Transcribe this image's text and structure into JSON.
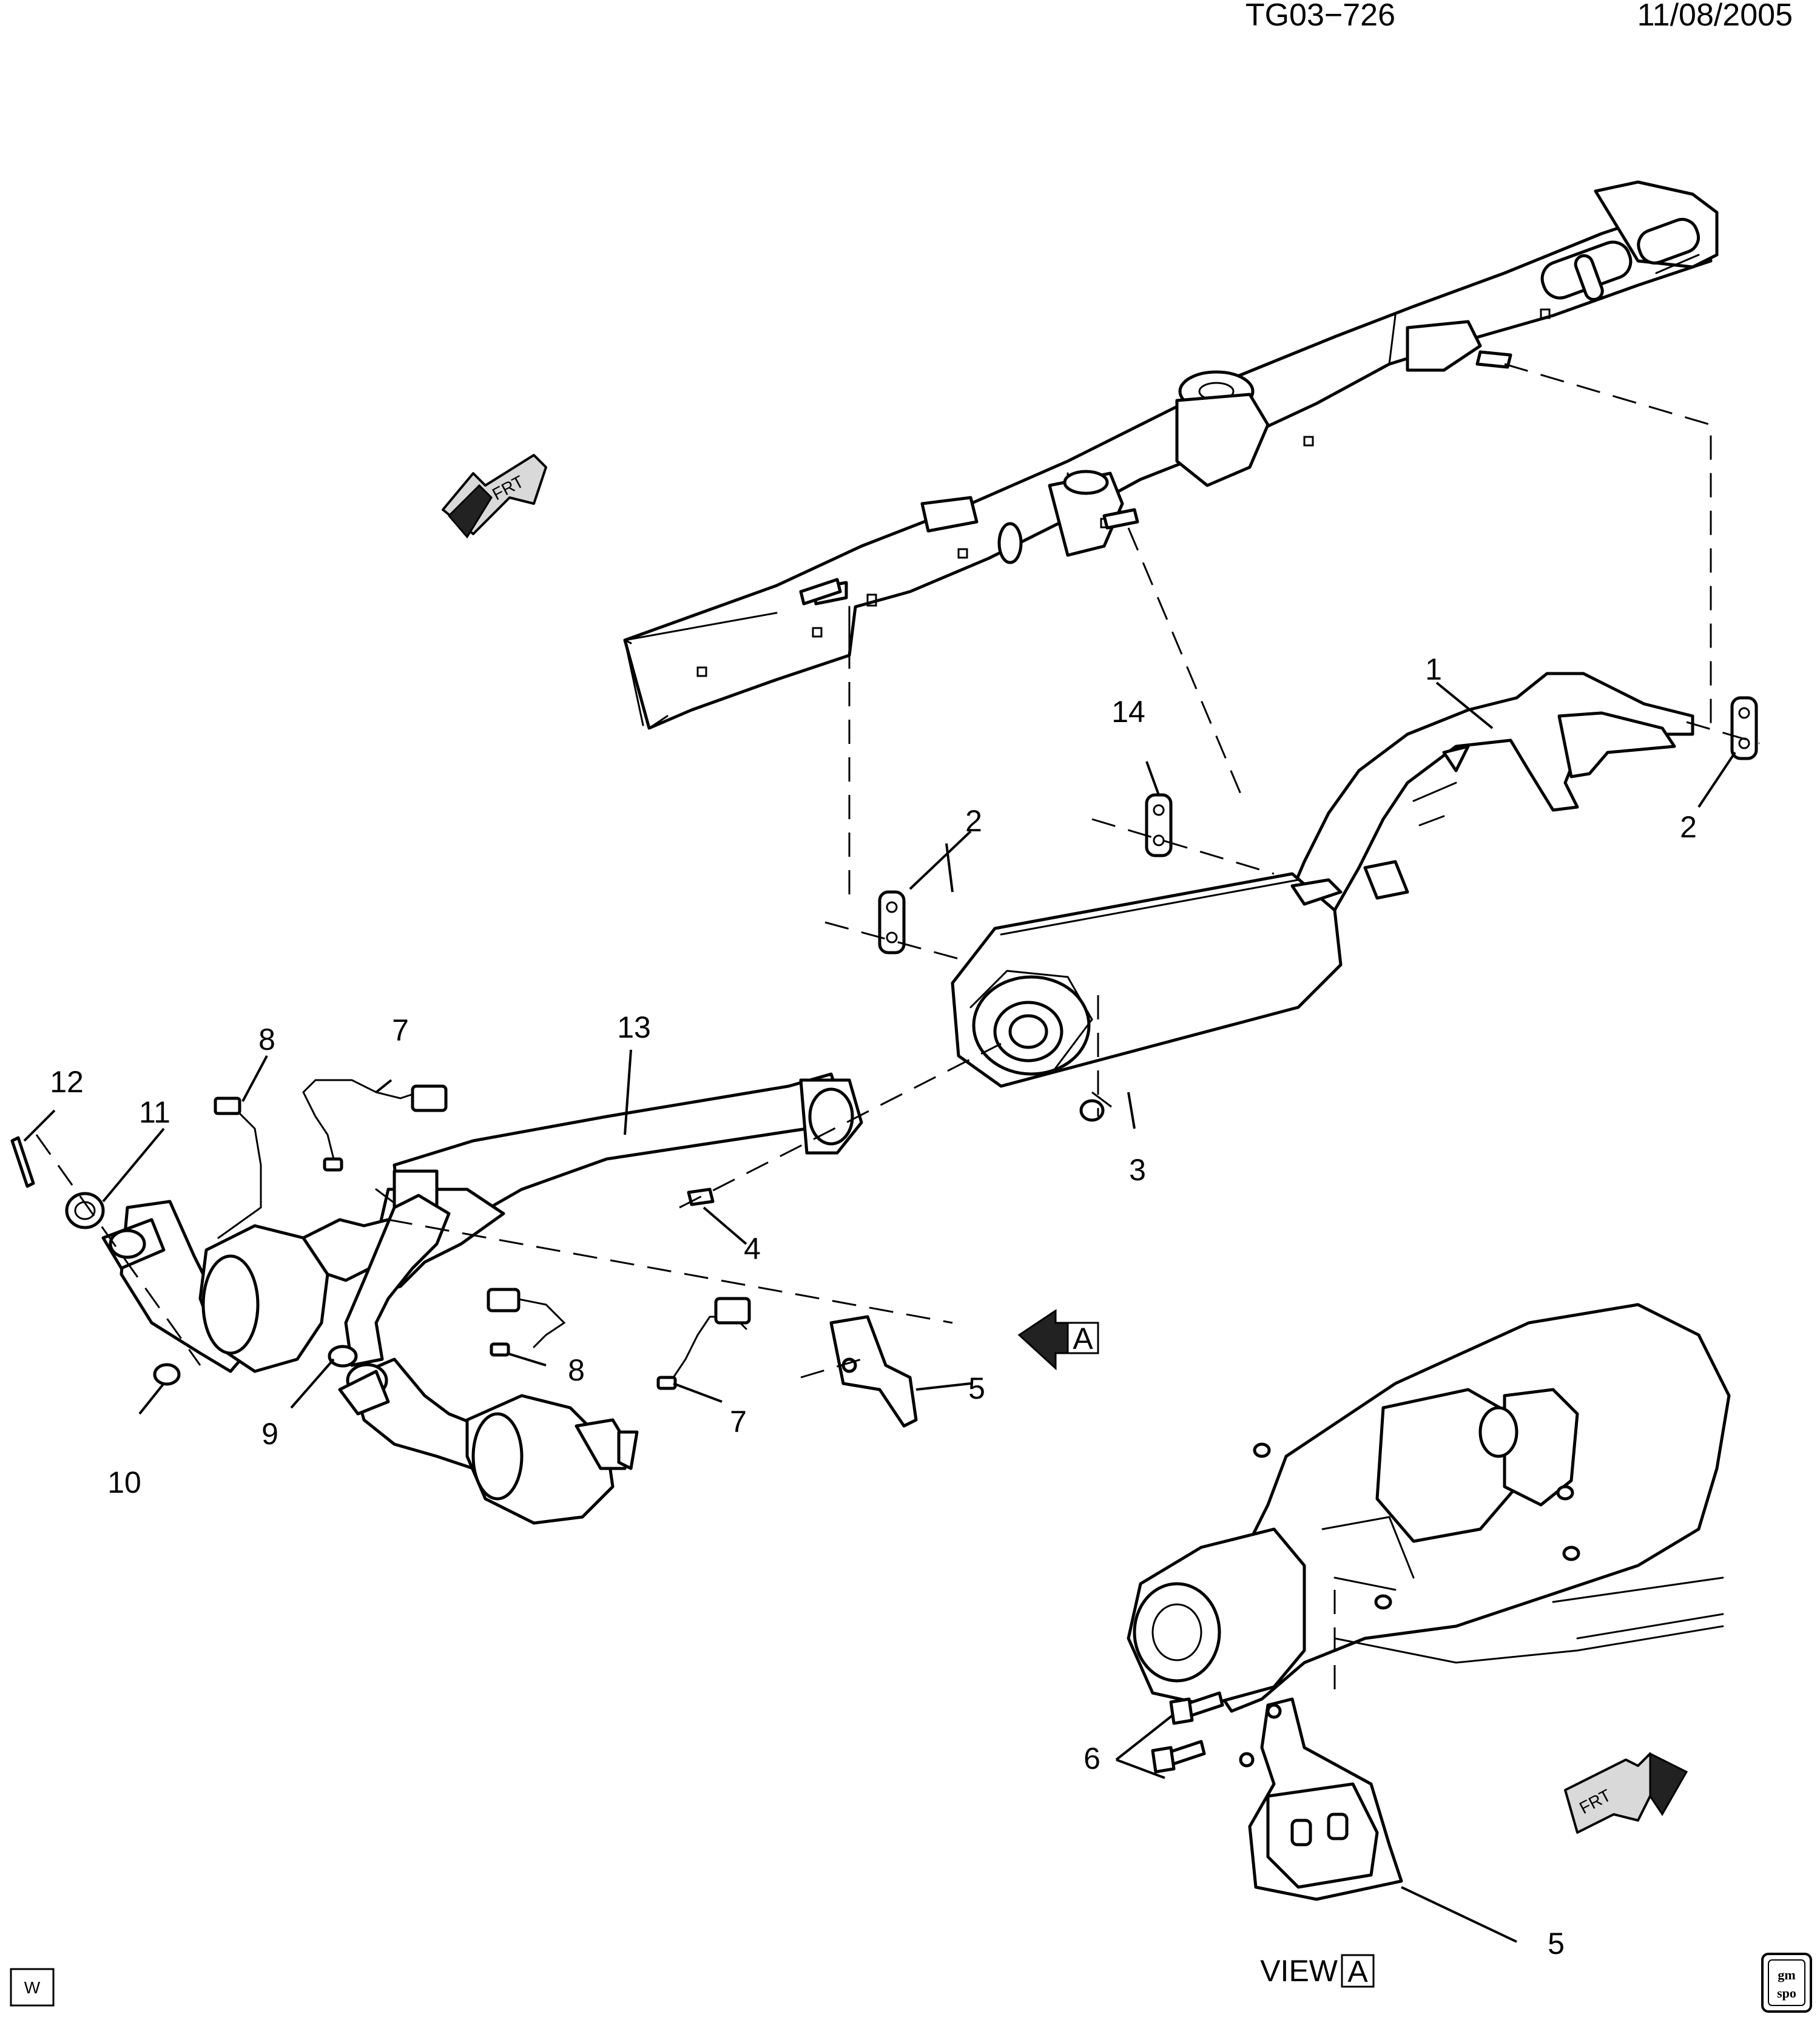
{
  "header": {
    "drawing_id": "TG03−726",
    "date": "11/08/2005"
  },
  "view": {
    "label": "VIEW",
    "letter": "A"
  },
  "arrow_view_letter": "A",
  "front_indicator": {
    "text": "FRT"
  },
  "corner_badge": "W",
  "logo": {
    "line1": "gm",
    "line2": "spo"
  },
  "callouts": [
    {
      "id": "c1",
      "text": "1"
    },
    {
      "id": "c2a",
      "text": "2"
    },
    {
      "id": "c2b",
      "text": "2"
    },
    {
      "id": "c3",
      "text": "3"
    },
    {
      "id": "c4",
      "text": "4"
    },
    {
      "id": "c5a",
      "text": "5"
    },
    {
      "id": "c5b",
      "text": "5"
    },
    {
      "id": "c6",
      "text": "6"
    },
    {
      "id": "c7a",
      "text": "7"
    },
    {
      "id": "c7b",
      "text": "7"
    },
    {
      "id": "c8a",
      "text": "8"
    },
    {
      "id": "c8b",
      "text": "8"
    },
    {
      "id": "c9",
      "text": "9"
    },
    {
      "id": "c10",
      "text": "10"
    },
    {
      "id": "c11",
      "text": "11"
    },
    {
      "id": "c12",
      "text": "12"
    },
    {
      "id": "c13",
      "text": "13"
    },
    {
      "id": "c14",
      "text": "14"
    }
  ]
}
